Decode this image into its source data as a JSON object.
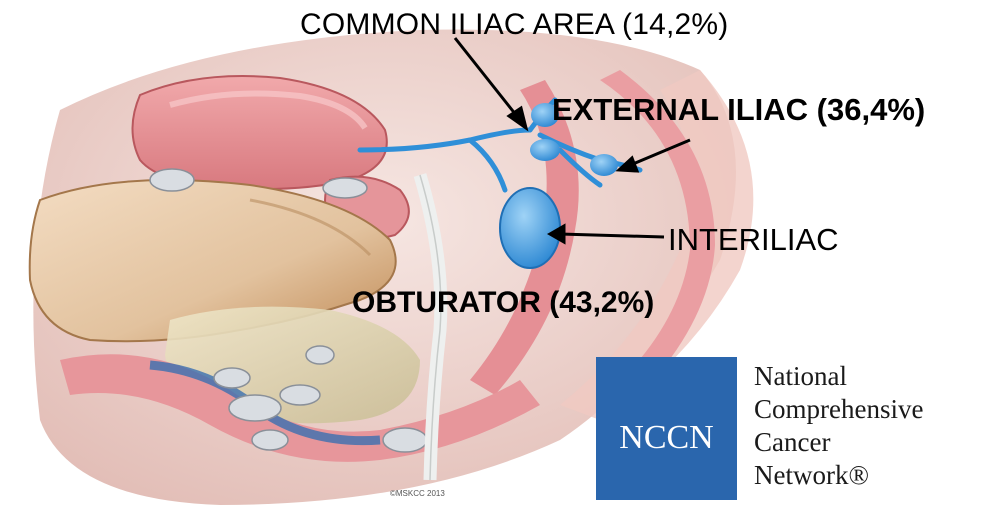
{
  "labels": {
    "common_iliac": "COMMON ILIAC  AREA (14,2%)",
    "external_iliac": "EXTERNAL ILIAC (36,4%)",
    "interiliac": "INTERILIAC",
    "obturator": "OBTURATOR (43,2%)"
  },
  "logo": {
    "box_text": "NCCN",
    "name_lines": [
      "National",
      "Comprehensive",
      "Cancer",
      "Network®"
    ],
    "box_color": "#2a66ad"
  },
  "copyright": "©MSKCC 2013",
  "colors": {
    "tissue_pink": "#e8a7a7",
    "vessel_blue": "#2f8fd8",
    "node_blue": "#3a9be0",
    "glove_tan": "#d9b48a"
  }
}
